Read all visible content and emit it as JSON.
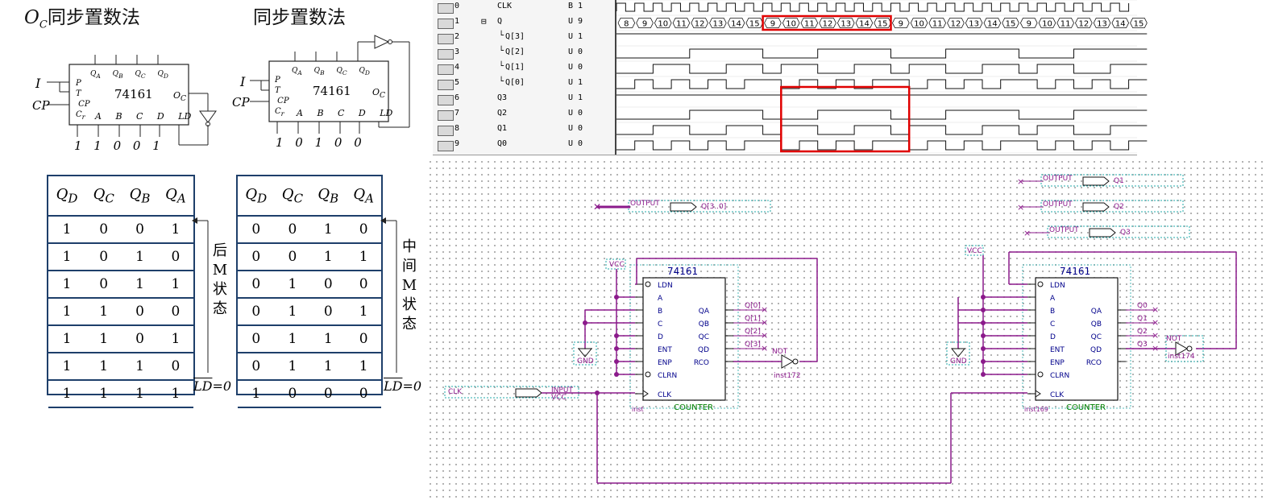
{
  "left": {
    "title_left_prefix": "O",
    "title_left_sub": "C",
    "title_left_rest": "同步置数法",
    "title_right": "同步置数法",
    "chip1": {
      "name": "74161",
      "pins_top": [
        "Q_A",
        "Q_B",
        "Q_C",
        "Q_D"
      ],
      "pins_left": [
        "P",
        "T",
        "CP",
        "C_r"
      ],
      "pins_bottom": [
        "A",
        "B",
        "C",
        "D",
        "LD"
      ],
      "oc": "O_C",
      "in_i": "1",
      "in_cp": "CP",
      "data": [
        "1",
        "1",
        "0",
        "0",
        "1"
      ]
    },
    "chip2": {
      "name": "74161",
      "pins_top": [
        "Q_A",
        "Q_B",
        "Q_C",
        "Q_D"
      ],
      "pins_left": [
        "P",
        "T",
        "CP",
        "C_r"
      ],
      "pins_bottom": [
        "A",
        "B",
        "C",
        "D",
        "LD"
      ],
      "oc": "O_C",
      "in_i": "1",
      "in_cp": "CP",
      "data": [
        "1",
        "0",
        "1",
        "0",
        "0"
      ]
    },
    "table1": {
      "headers": [
        "Q_D",
        "Q_C",
        "Q_B",
        "Q_A"
      ],
      "rows": [
        [
          "1",
          "0",
          "0",
          "1"
        ],
        [
          "1",
          "0",
          "1",
          "0"
        ],
        [
          "1",
          "0",
          "1",
          "1"
        ],
        [
          "1",
          "1",
          "0",
          "0"
        ],
        [
          "1",
          "1",
          "0",
          "1"
        ],
        [
          "1",
          "1",
          "1",
          "0"
        ],
        [
          "1",
          "1",
          "1",
          "1"
        ]
      ],
      "side": [
        "后",
        "M",
        "状",
        "态"
      ],
      "ld": "LD = 0"
    },
    "table2": {
      "headers": [
        "Q_D",
        "Q_C",
        "Q_B",
        "Q_A"
      ],
      "rows": [
        [
          "0",
          "0",
          "1",
          "0"
        ],
        [
          "0",
          "0",
          "1",
          "1"
        ],
        [
          "0",
          "1",
          "0",
          "0"
        ],
        [
          "0",
          "1",
          "0",
          "1"
        ],
        [
          "0",
          "1",
          "1",
          "0"
        ],
        [
          "0",
          "1",
          "1",
          "1"
        ],
        [
          "1",
          "0",
          "0",
          "0"
        ]
      ],
      "side": [
        "中",
        "间",
        "M",
        "状",
        "态"
      ],
      "ld": "LD = 0"
    }
  },
  "wave": {
    "signals": [
      {
        "idx": "0",
        "name": "CLK",
        "val": "B 1",
        "indent": 0
      },
      {
        "idx": "1",
        "name": "Q",
        "val": "U 9",
        "indent": 0,
        "group": "⊟"
      },
      {
        "idx": "2",
        "name": "Q[3]",
        "val": "U 1",
        "indent": 1
      },
      {
        "idx": "3",
        "name": "Q[2]",
        "val": "U 0",
        "indent": 1
      },
      {
        "idx": "4",
        "name": "Q[1]",
        "val": "U 0",
        "indent": 1
      },
      {
        "idx": "5",
        "name": "Q[0]",
        "val": "U 1",
        "indent": 1
      },
      {
        "idx": "6",
        "name": "Q3",
        "val": "U 1",
        "indent": 0
      },
      {
        "idx": "7",
        "name": "Q2",
        "val": "U 0",
        "indent": 0
      },
      {
        "idx": "8",
        "name": "Q1",
        "val": "U 0",
        "indent": 0
      },
      {
        "idx": "9",
        "name": "Q0",
        "val": "U 0",
        "indent": 0
      }
    ],
    "bus_values": [
      "8",
      "9",
      "10",
      "11",
      "12",
      "13",
      "14",
      "15",
      "9",
      "10",
      "11",
      "12",
      "13",
      "14",
      "15",
      "9",
      "10",
      "11",
      "12",
      "13",
      "14",
      "15",
      "9",
      "10",
      "11",
      "12",
      "13",
      "14",
      "15"
    ],
    "highlight_color": "#e00000"
  },
  "schematic": {
    "left_circuit": {
      "chip": "74161",
      "type": "COUNTER",
      "inst": "inst",
      "pins_left": [
        "LDN",
        "A",
        "B",
        "C",
        "D",
        "ENT",
        "ENP",
        "CLRN",
        "CLK"
      ],
      "pins_right": [
        "QA",
        "QB",
        "QC",
        "QD",
        "RCO"
      ],
      "q_labels": [
        "Q[0]",
        "Q[1]",
        "Q[2]",
        "Q[3]"
      ],
      "vcc": "VCC",
      "gnd": "GND",
      "not": "NOT",
      "not_inst": "inst172",
      "output": "OUTPUT",
      "output_name": "Q[3..0]",
      "input": "INPUT",
      "input_vcc": "VCC",
      "clk": "CLK"
    },
    "right_circuit": {
      "chip": "74161",
      "type": "COUNTER",
      "inst": "inst169",
      "pins_left": [
        "LDN",
        "A",
        "B",
        "C",
        "D",
        "ENT",
        "ENP",
        "CLRN",
        "CLK"
      ],
      "pins_right": [
        "QA",
        "QB",
        "QC",
        "QD",
        "RCO"
      ],
      "q_labels": [
        "Q0",
        "Q1",
        "Q2",
        "Q3"
      ],
      "vcc": "VCC",
      "gnd": "GND",
      "not": "NOT",
      "not_inst": "inst174",
      "outputs": [
        {
          "label": "OUTPUT",
          "name": "Q1"
        },
        {
          "label": "OUTPUT",
          "name": "Q2"
        },
        {
          "label": "OUTPUT",
          "name": "Q3"
        }
      ]
    },
    "wire_color": "#8b1a8b"
  }
}
